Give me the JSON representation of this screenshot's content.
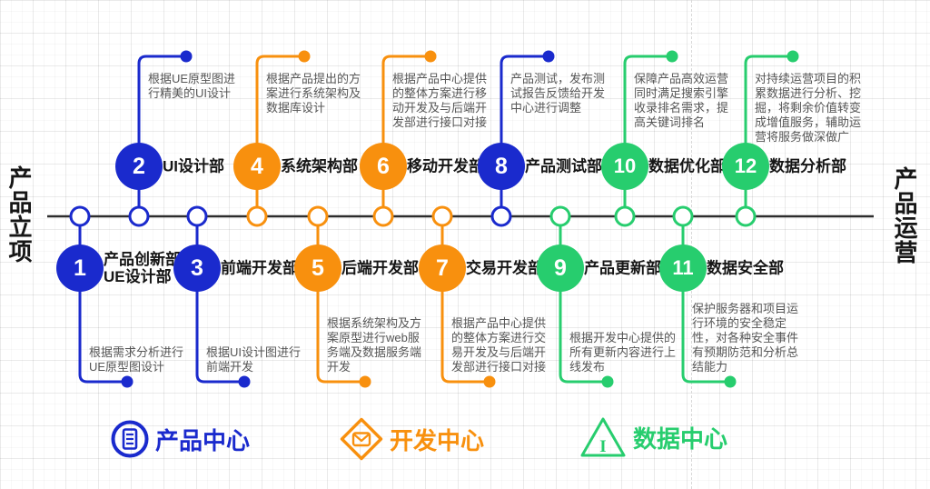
{
  "page": {
    "left_title": "产品立项",
    "right_title": "产品运营"
  },
  "colors": {
    "blue": "#1a2acd",
    "orange": "#f8900e",
    "green": "#27cd6e",
    "timeline": "#2d2d2d",
    "desc_text": "#565656",
    "label_text": "#161616"
  },
  "nodes": [
    {
      "num": "1",
      "row": "bottom",
      "color": "blue",
      "label": "产品创新部\nUE设计部",
      "desc": "根据需求分析进行\nUE原型图设计"
    },
    {
      "num": "2",
      "row": "top",
      "color": "blue",
      "label": "UI设计部",
      "desc": "根据UE原型图进\n行精美的UI设计"
    },
    {
      "num": "3",
      "row": "bottom",
      "color": "blue",
      "label": "前端开发部",
      "desc": "根据UI设计图进行\n前端开发"
    },
    {
      "num": "4",
      "row": "top",
      "color": "orange",
      "label": "系统架构部",
      "desc": "根据产品提出的方\n案进行系统架构及\n数据库设计"
    },
    {
      "num": "5",
      "row": "bottom",
      "color": "orange",
      "label": "后端开发部",
      "desc": "根据系统架构及方\n案原型进行web服\n务端及数据服务端\n开发"
    },
    {
      "num": "6",
      "row": "top",
      "color": "orange",
      "label": "移动开发部",
      "desc": "根据产品中心提供\n的整体方案进行移\n动开发及与后端开\n发部进行接口对接"
    },
    {
      "num": "7",
      "row": "bottom",
      "color": "orange",
      "label": "交易开发部",
      "desc": "根据产品中心提供\n的整体方案进行交\n易开发及与后端开\n发部进行接口对接"
    },
    {
      "num": "8",
      "row": "top",
      "color": "blue",
      "label": "产品测试部",
      "desc": "产品测试，发布测\n试报告反馈给开发\n中心进行调整"
    },
    {
      "num": "9",
      "row": "bottom",
      "color": "green",
      "label": "产品更新部",
      "desc": "根据开发中心提供的\n所有更新内容进行上\n线发布"
    },
    {
      "num": "10",
      "row": "top",
      "color": "green",
      "label": "数据优化部",
      "desc": "保障产品高效运营\n同时满足搜索引擎\n收录排名需求，提\n高关键词排名"
    },
    {
      "num": "11",
      "row": "bottom",
      "color": "green",
      "label": "数据安全部",
      "desc": "保护服务器和项目运\n行环境的安全稳定\n性，对各种安全事件\n有预期防范和分析总\n结能力"
    },
    {
      "num": "12",
      "row": "top",
      "color": "green",
      "label": "数据分析部",
      "desc": "对持续运营项目的积\n累数据进行分析、挖\n掘，将剩余价值转变\n成增值服务，辅助运\n营将服务做深做广"
    }
  ],
  "legend": [
    {
      "label": "产品中心",
      "color": "blue",
      "icon": "document-circle-icon"
    },
    {
      "label": "开发中心",
      "color": "orange",
      "icon": "mail-diamond-icon"
    },
    {
      "label": "数据中心",
      "color": "green",
      "icon": "ibeam-triangle-icon"
    }
  ]
}
